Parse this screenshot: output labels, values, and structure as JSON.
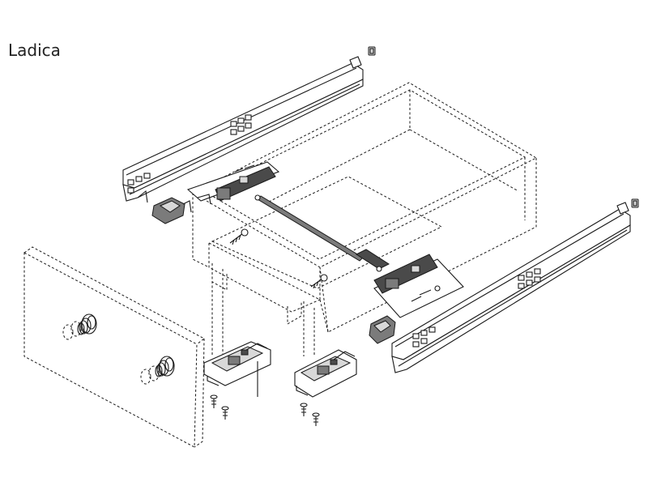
{
  "title": "Ladica",
  "colors": {
    "line": "#1a1a1a",
    "part_gray": "#7b7b7b",
    "part_dark": "#4a4a4a",
    "part_light": "#d8d8d8",
    "background": "#ffffff"
  },
  "parts": {
    "left_runner": "drawer-runner-left",
    "right_runner": "drawer-runner-right",
    "left_locking_device": "locking-device-left",
    "right_locking_device": "locking-device-right",
    "sync_rod": "synchronization-rod",
    "drawer_box": "drawer-box-outline",
    "front_panel": "drawer-front-outline",
    "front_clips": "front-fixing-clips",
    "screws": "screws",
    "end_caps": "runner-end-caps"
  }
}
